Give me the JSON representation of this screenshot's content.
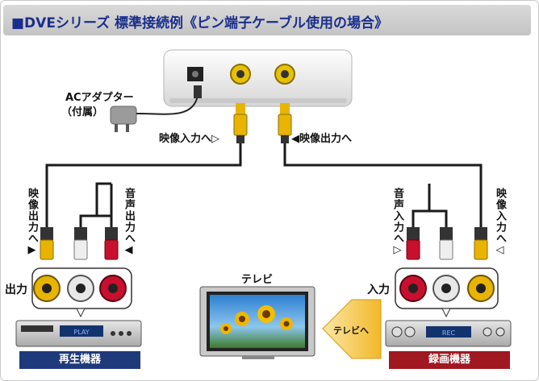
{
  "title": "■DVEシリーズ 標準接続例《ピン端子ケーブル使用の場合》",
  "labels": {
    "ac_adapter": "ACアダプター",
    "ac_adapter_note": "（付属）",
    "video_in_arrow": "映像入力へ▷",
    "video_out_arrow": "◀映像出力へ",
    "player_video_out": "映像出力へ▶",
    "player_audio_out": "音声出力へ◀",
    "recorder_audio_in": "音声入力へ▷",
    "recorder_video_in": "映像入力へ◁",
    "output": "出力",
    "input": "入力",
    "tv": "テレビ",
    "to_tv": "テレビへ",
    "player_screen": "PLAY",
    "recorder_screen": "REC"
  },
  "devices": {
    "player": "再生機器",
    "recorder": "録画機器"
  },
  "colors": {
    "title_text": "#1a2f8c",
    "player_badge": "#1f3a7a",
    "recorder_badge": "#a01820",
    "arrow_fill": "#f6c94a",
    "cable": "#1a1a1a",
    "video_yellow": "#e8b400",
    "audio_red": "#c8102e",
    "audio_white": "#e8e8e8"
  }
}
